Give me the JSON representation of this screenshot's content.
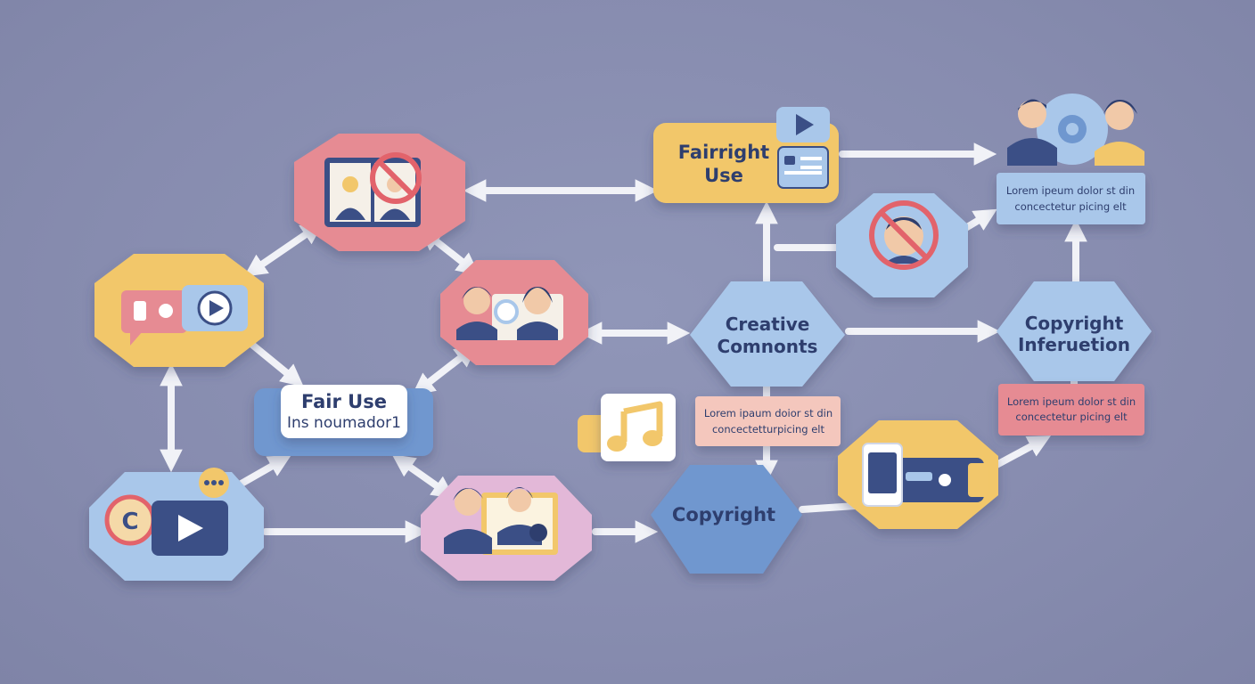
{
  "colors": {
    "background": "#878caf",
    "pink": "#e68b93",
    "yellow": "#f2c76b",
    "blue": "#a9c7ea",
    "navy": "#3b4f86",
    "lilac": "#e3b8d8",
    "arrow": "#f1f2f7"
  },
  "nodes": {
    "fairright_use": {
      "label_line1": "Fairright",
      "label_line2": "Use"
    },
    "fair_use": {
      "label": "Fair Use",
      "sublabel": "Ins noumador1"
    },
    "creative_commons": {
      "label_line1": "Creative",
      "label_line2": "Comnonts"
    },
    "copyright": {
      "label": "Copyright"
    },
    "copyright_infringement": {
      "label_line1": "Copyright",
      "label_line2": "Inferuetion"
    }
  },
  "notes": {
    "top_right": {
      "line1": "Lorem ipeum dolor st din",
      "line2": "concectetur picing elt"
    },
    "middle": {
      "line1": "Lorem ipaum doior st din",
      "line2": "concectetturpicing elt"
    },
    "right": {
      "line1": "Lorem ipeum dolor st din",
      "line2": "concectetur picing elt"
    }
  },
  "icons": {
    "portrait_prohibited": "portrait-no-icon",
    "chat_video": "chat-video-icon",
    "two_people_search": "people-search-icon",
    "copyright_video": "copyright-video-icon",
    "two_people_photo": "people-photo-icon",
    "music_note": "music-note-icon",
    "phone_device": "phone-device-icon",
    "person_prohibited": "person-no-icon",
    "two_people_gear": "people-gear-icon"
  }
}
